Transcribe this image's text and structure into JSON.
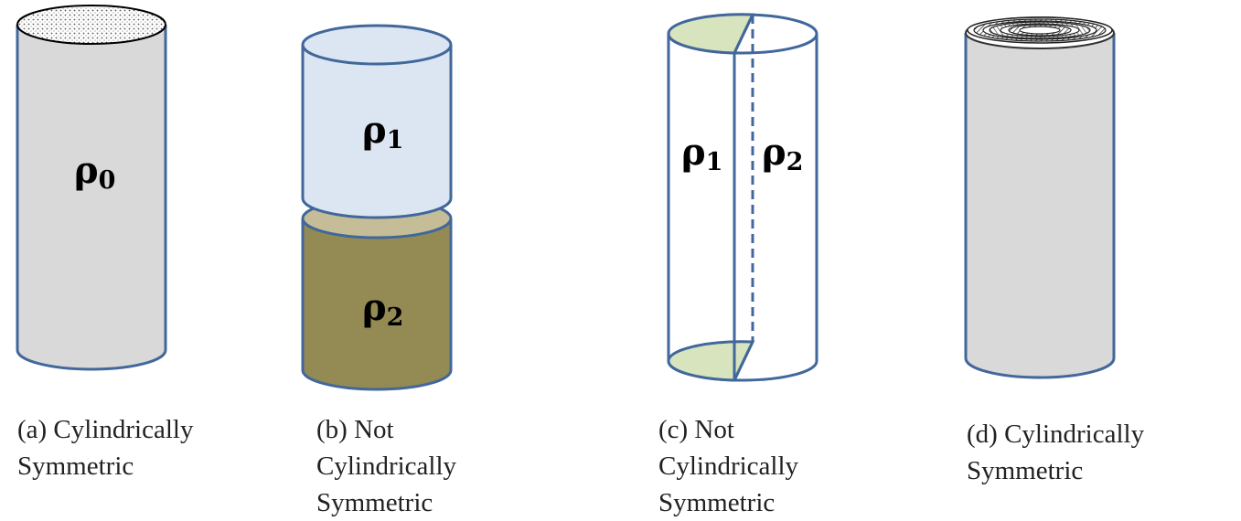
{
  "panels": [
    {
      "id": "a",
      "labels": [
        {
          "symbol": "ρ",
          "subscript": "0"
        }
      ],
      "caption": [
        "(a) Cylindrically",
        "Symmetric"
      ]
    },
    {
      "id": "b",
      "labels": [
        {
          "symbol": "ρ",
          "subscript": "1"
        },
        {
          "symbol": "ρ",
          "subscript": "2"
        }
      ],
      "caption": [
        "(b) Not",
        "Cylindrically",
        "Symmetric"
      ]
    },
    {
      "id": "c",
      "labels": [
        {
          "symbol": "ρ",
          "subscript": "1"
        },
        {
          "symbol": "ρ",
          "subscript": "2"
        }
      ],
      "caption": [
        "(c) Not",
        "Cylindrically",
        "Symmetric"
      ]
    },
    {
      "id": "d",
      "labels": [],
      "caption": [
        "(d) Cylindrically",
        "Symmetric"
      ]
    }
  ],
  "colors": {
    "outline": "#41679b",
    "gray_fill": "#d9d9d9",
    "light_blue_fill": "#dce6f2",
    "olive_fill": "#948a54",
    "olive_top": "#c4bd97",
    "pale_green_fill": "#d7e4bd",
    "white": "#ffffff"
  }
}
